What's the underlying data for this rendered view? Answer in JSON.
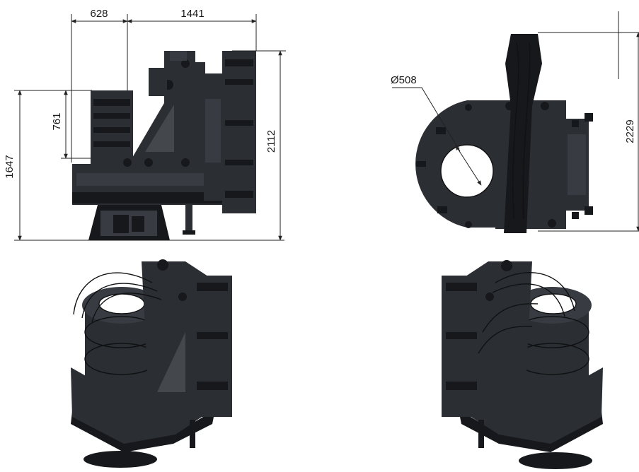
{
  "drawing": {
    "dimensions": {
      "front_width_left": "628",
      "front_width_right": "1441",
      "front_height_total": "1647",
      "front_height_inner": "761",
      "front_height_right": "2112",
      "top_diameter": "Ø508",
      "top_height": "2229"
    },
    "views": {
      "front": "front-elevation-view",
      "top": "top-plan-view",
      "iso_left": "isometric-view-left",
      "iso_right": "isometric-view-right"
    },
    "colors": {
      "body": "#2b2e33",
      "shadow": "#16181b",
      "background": "#ffffff",
      "dimension_line": "#222222"
    }
  }
}
